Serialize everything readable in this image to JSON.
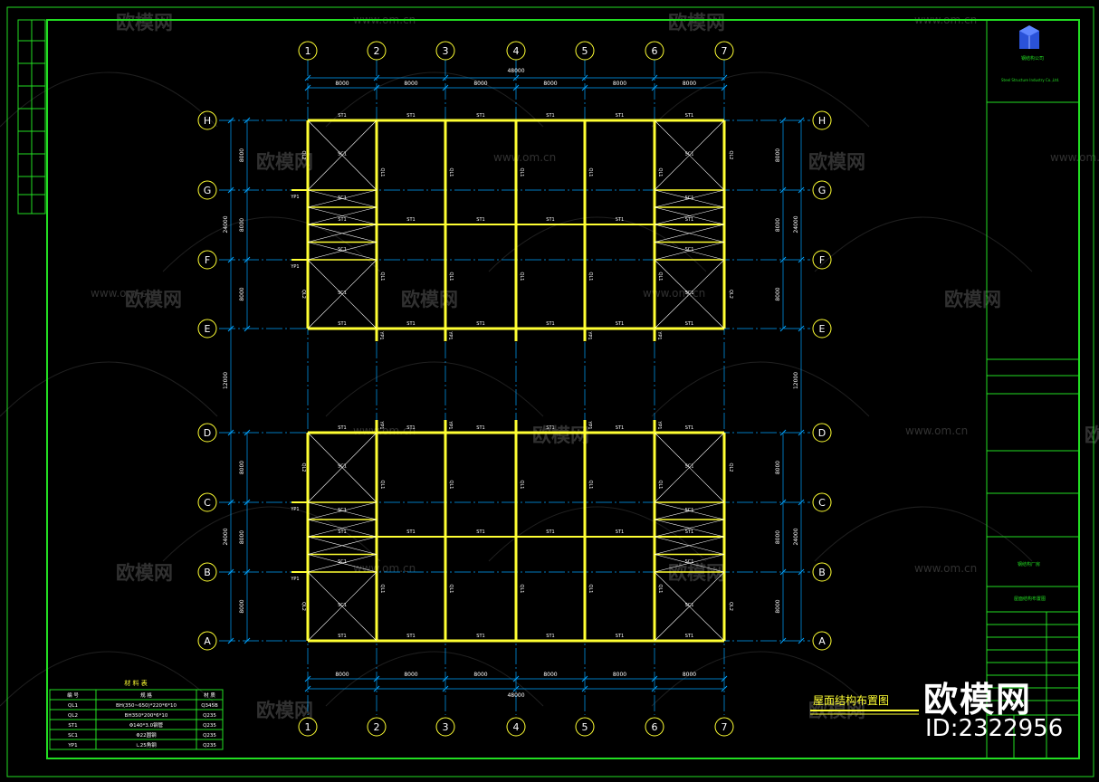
{
  "drawing": {
    "title": "屋面结构布置图",
    "grid_columns": [
      "1",
      "2",
      "3",
      "4",
      "5",
      "6",
      "7"
    ],
    "grid_rows_upper": [
      "H",
      "G",
      "F",
      "E"
    ],
    "grid_rows_lower": [
      "D",
      "C",
      "B",
      "A"
    ],
    "bay_spacing": "8000",
    "total_width": "48000",
    "row_spacing": "8000",
    "block_depth": "24000",
    "gap_depth": "12000",
    "member_labels": {
      "tie": "ST1",
      "brace": "SC1",
      "beam1": "QL1",
      "beam2": "QL2",
      "purlin": "YP1"
    }
  },
  "material_table": {
    "title": "材 料 表",
    "headers": [
      "编 号",
      "规 格",
      "材 质"
    ],
    "rows": [
      [
        "QL1",
        "BH(350~650)*220*6*10",
        "Q345B"
      ],
      [
        "QL2",
        "BH350*200*6*10",
        "Q235"
      ],
      [
        "ST1",
        "Φ140*3.0钢管",
        "Q235"
      ],
      [
        "SC1",
        "Φ22圆钢",
        "Q235"
      ],
      [
        "YP1",
        "∟25角钢",
        "Q235"
      ]
    ]
  },
  "title_block": {
    "company_cn": "钢结构公司",
    "company_en": "Steel Structure Industry Co.,Ltd.",
    "project": "钢结构厂房",
    "drawing_name": "屋面结构布置图"
  },
  "watermark": {
    "brand": "欧模网",
    "url": "www.om.cn",
    "id": "ID:2322956"
  },
  "colors": {
    "structure": "#ffff33",
    "grid": "#00a3ff",
    "frame": "#22dd22",
    "text": "#ffffff",
    "bubble": "#ffff33"
  }
}
